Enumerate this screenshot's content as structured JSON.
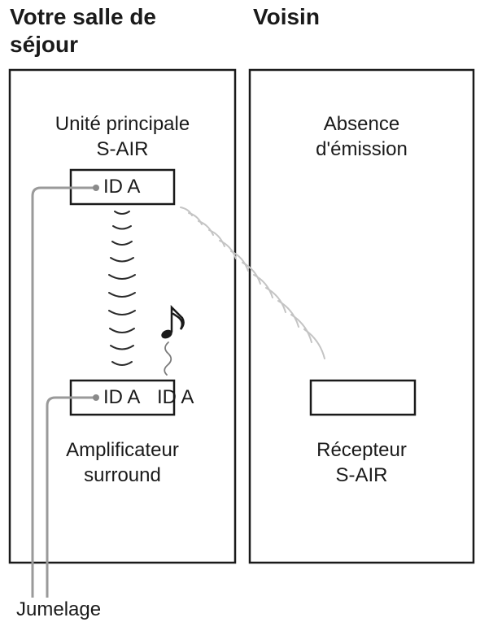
{
  "headings": {
    "living_room_line1": "Votre salle de",
    "living_room_line2": "séjour",
    "neighbour": "Voisin"
  },
  "living_room": {
    "main_unit_line1": "Unité principale",
    "main_unit_line2": "S-AIR",
    "main_unit_id": "ID A",
    "amplifier_id_left": "ID A",
    "amplifier_id_right": "ID A",
    "amplifier_line1": "Amplificateur",
    "amplifier_line2": "surround"
  },
  "neighbour_room": {
    "no_transmission_line1": "Absence",
    "no_transmission_line2": "d'émission",
    "receiver_line1": "Récepteur",
    "receiver_line2": "S-AIR"
  },
  "callout": {
    "pairing": "Jumelage"
  },
  "icons": {
    "music": "music-note-icon"
  },
  "colors": {
    "stroke": "#1a1a1a",
    "leader": "#9a9a9a",
    "wave_dark": "#2a2a2a",
    "wave_light": "#c4c4c4"
  }
}
